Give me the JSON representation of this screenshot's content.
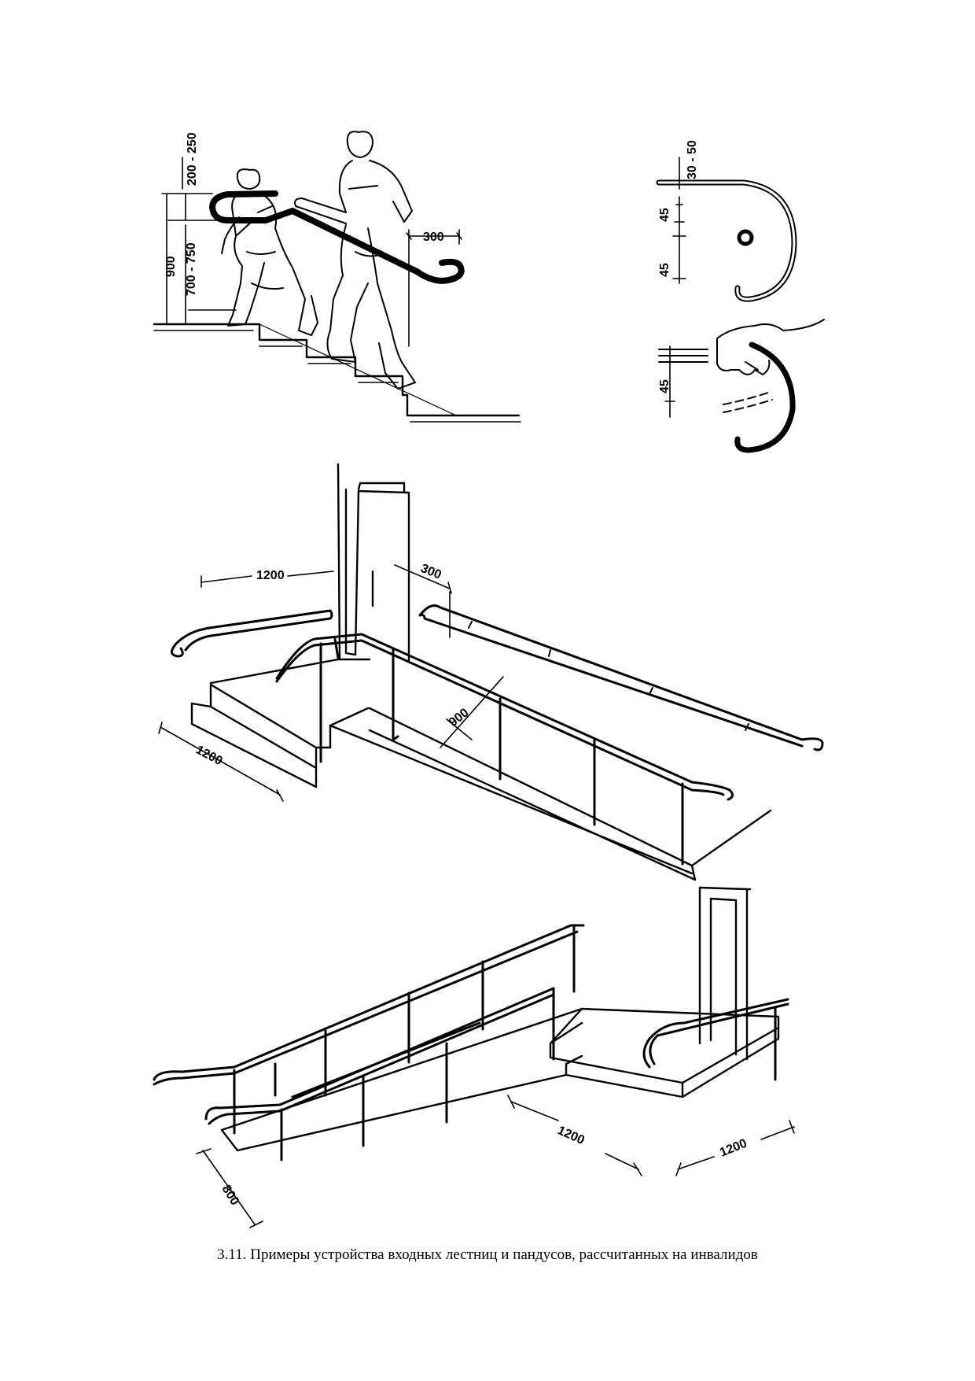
{
  "figure": {
    "caption": "3.11. Примеры устройства входных лестниц и пандусов, рассчитанных на инвалидов",
    "stair_section": {
      "dim_top": "200 - 250",
      "dim_total": "900",
      "dim_rail": "700 - 750",
      "dim_extension": "300"
    },
    "handrail_detail": {
      "dim_diameter": "30 - 50",
      "dim_gap_upper": "45",
      "dim_gap_mid": "45",
      "dim_gap_lower": "45"
    },
    "stair_ramp": {
      "dim_extension": "1200",
      "dim_door_offset": "300",
      "dim_landing": "1200",
      "dim_rail_height": "900"
    },
    "ramp_entry": {
      "dim_width": "800",
      "dim_landing_a": "1200",
      "dim_landing_b": "1200"
    }
  }
}
